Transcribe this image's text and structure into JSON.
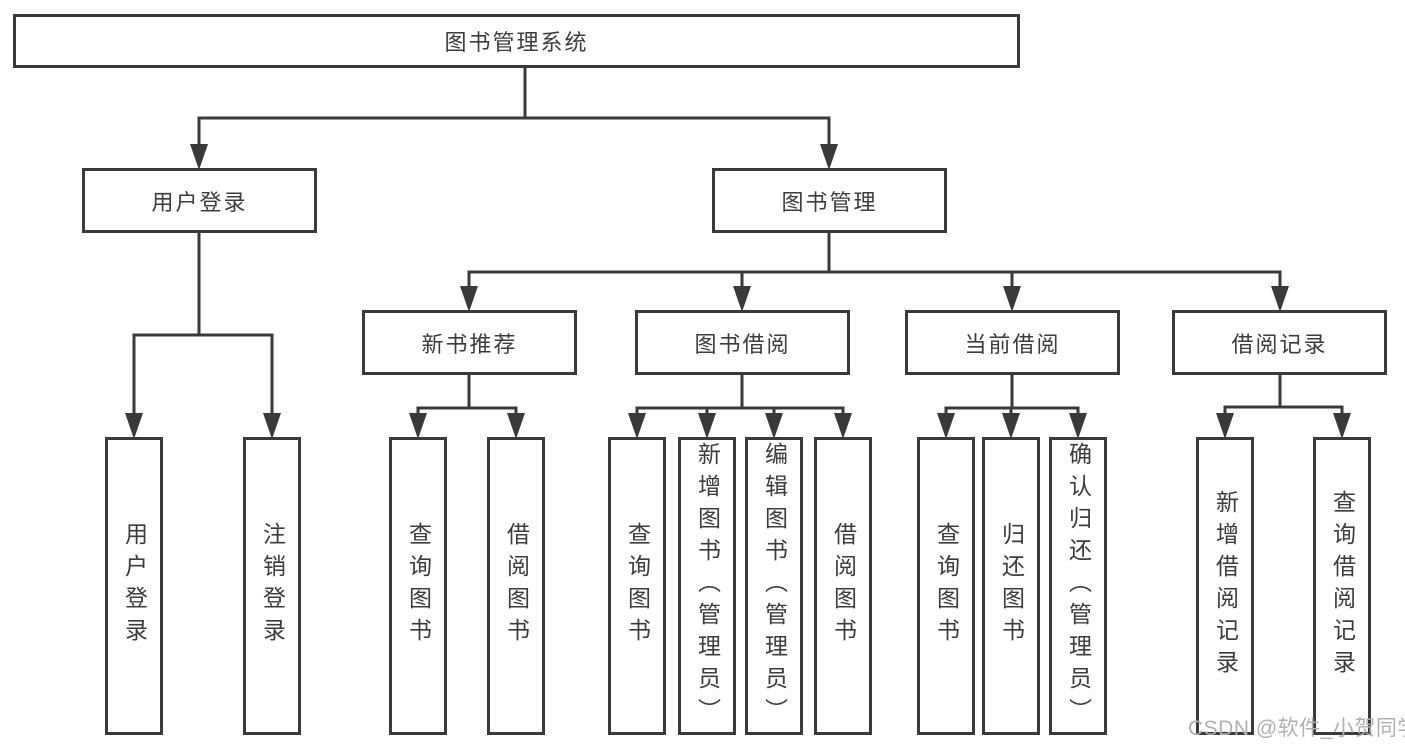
{
  "diagram": {
    "root": {
      "label": "图书管理系统"
    },
    "level2": {
      "user_login": {
        "label": "用户登录"
      },
      "book_mgmt": {
        "label": "图书管理"
      }
    },
    "level3": {
      "new_books": {
        "label": "新书推荐"
      },
      "book_borrow": {
        "label": "图书借阅"
      },
      "cur_borrow": {
        "label": "当前借阅"
      },
      "records": {
        "label": "借阅记录"
      }
    },
    "leaves": {
      "user_login": [
        "用户登录",
        "注销登录"
      ],
      "new_books": [
        "查询图书",
        "借阅图书"
      ],
      "book_borrow": [
        "查询图书",
        "新增图书（管理员）",
        "编辑图书（管理员）",
        "借阅图书"
      ],
      "cur_borrow": [
        "查询图书",
        "归还图书",
        "确认归还（管理员）"
      ],
      "records": [
        "新增借阅记录",
        "查询借阅记录"
      ]
    }
  },
  "watermark": {
    "label": "CSDN @软件_小贺同学"
  },
  "colors": {
    "line": "#3a3a3a",
    "text": "#3c3c3c",
    "watermark": "#b0b0b0",
    "background": "#ffffff"
  }
}
